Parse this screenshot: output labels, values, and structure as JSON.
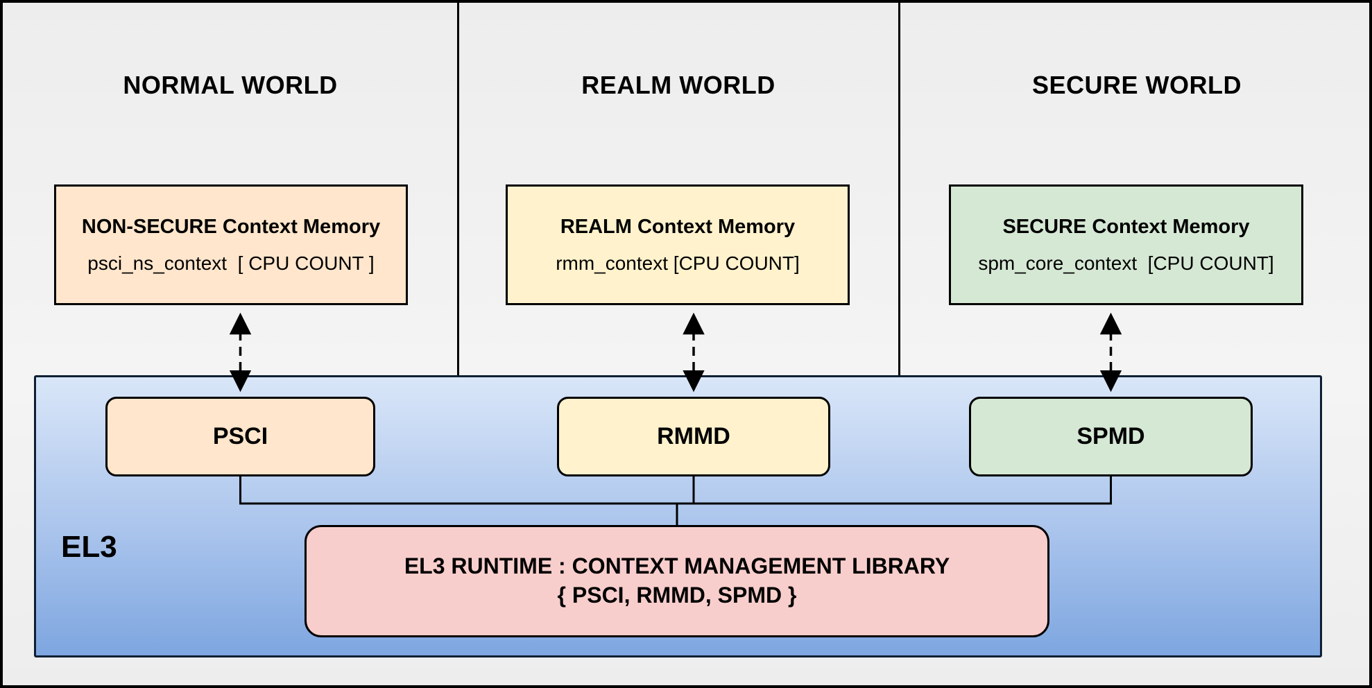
{
  "worlds": [
    {
      "name": "NORMAL WORLD",
      "memory_title": "NON-SECURE Context Memory",
      "memory_detail": "psci_ns_context  [ CPU COUNT ]",
      "fill": "#ffe6cc"
    },
    {
      "name": "REALM WORLD",
      "memory_title": "REALM Context Memory",
      "memory_detail": "rmm_context [CPU COUNT]",
      "fill": "#fff2cc"
    },
    {
      "name": "SECURE WORLD",
      "memory_title": "SECURE Context Memory",
      "memory_detail": "spm_core_context  [CPU COUNT]",
      "fill": "#d5e8d4"
    }
  ],
  "el3": {
    "label": "EL3",
    "components": [
      {
        "label": "PSCI",
        "fill": "#ffe6cc"
      },
      {
        "label": "RMMD",
        "fill": "#fff2cc"
      },
      {
        "label": "SPMD",
        "fill": "#d5e8d4"
      }
    ],
    "runtime_line1": "EL3 RUNTIME : CONTEXT MANAGEMENT LIBRARY",
    "runtime_line2": "{ PSCI, RMMD, SPMD }",
    "runtime_fill": "#f8cecc",
    "band_fill_top": "#d9e6f8",
    "band_fill_bottom": "#7ea6e0"
  },
  "connector_style": {
    "memory_to_component": "dashed double-headed arrow",
    "component_to_runtime": "solid line",
    "line_color": "#000000"
  }
}
